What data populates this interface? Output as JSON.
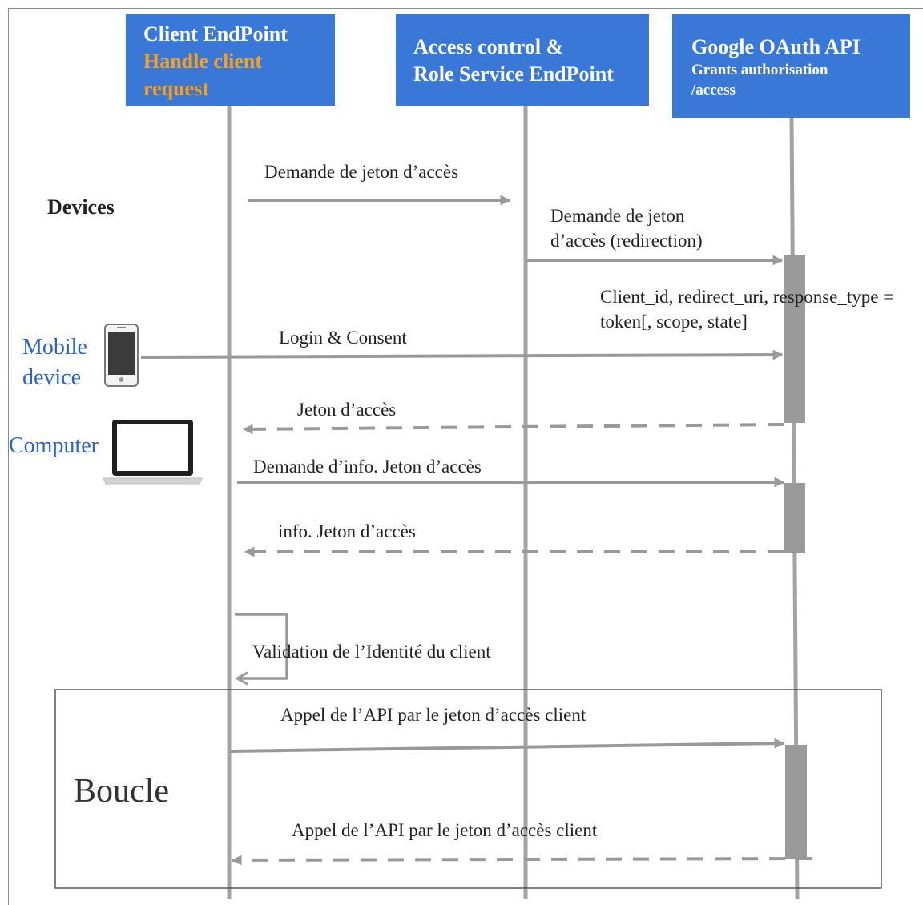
{
  "headers": {
    "client": {
      "title": "Client EndPoint",
      "subtitle_1": "Handle client",
      "subtitle_2": "request"
    },
    "access": {
      "line_1": "Access control &",
      "line_2": "Role Service EndPoint"
    },
    "google": {
      "title": "Google OAuth API",
      "subtitle_1": "Grants authorisation",
      "subtitle_2": "/access"
    }
  },
  "devices": {
    "title": "Devices",
    "mobile_1": "Mobile",
    "mobile_2": "device",
    "computer": "Computer"
  },
  "messages": {
    "m1": "Demande de jeton d’accès",
    "m2_1": "Demande de jeton",
    "m2_2": "d’accès (redirection)",
    "m3_1": "Client_id, redirect_uri, response_type =",
    "m3_2": "token[, scope, state]",
    "m4": "Login & Consent",
    "m5": "Jeton d’accès",
    "m6": "Demande d’info. Jeton d’accès",
    "m7": "info. Jeton d’accès",
    "m8": "Validation de l’Identité du client",
    "m9": "Appel de l’API par le jeton d’accès client",
    "m10": "Appel de l’API par le jeton d’accès client"
  },
  "loop": {
    "label": "Boucle"
  },
  "colors": {
    "header_bg": "#3a78d8",
    "header_text": "#ffffff",
    "header_accent": "#f5a11f",
    "device_label": "#2d63c7",
    "line_gray": "#999999",
    "activation_gray": "#9a9a9a"
  }
}
